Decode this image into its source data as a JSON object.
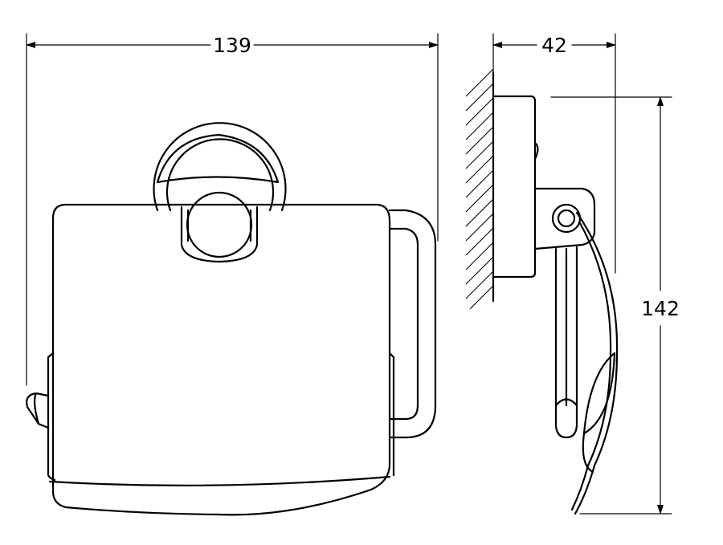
{
  "dimensions": {
    "width": "139",
    "depth": "42",
    "height": "142"
  },
  "colors": {
    "line": "#000000",
    "background": "#ffffff"
  }
}
